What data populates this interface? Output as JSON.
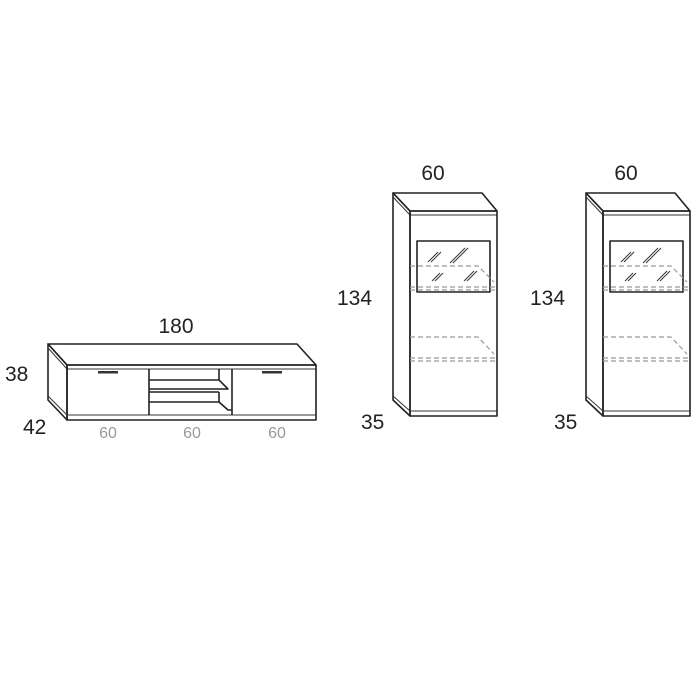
{
  "tv_unit": {
    "width_label": "180",
    "height_label": "38",
    "depth_label": "42",
    "module_widths": [
      "60",
      "60",
      "60"
    ]
  },
  "vitrines": [
    {
      "width_label": "60",
      "height_label": "134",
      "depth_label": "35"
    },
    {
      "width_label": "60",
      "height_label": "134",
      "depth_label": "35"
    }
  ]
}
